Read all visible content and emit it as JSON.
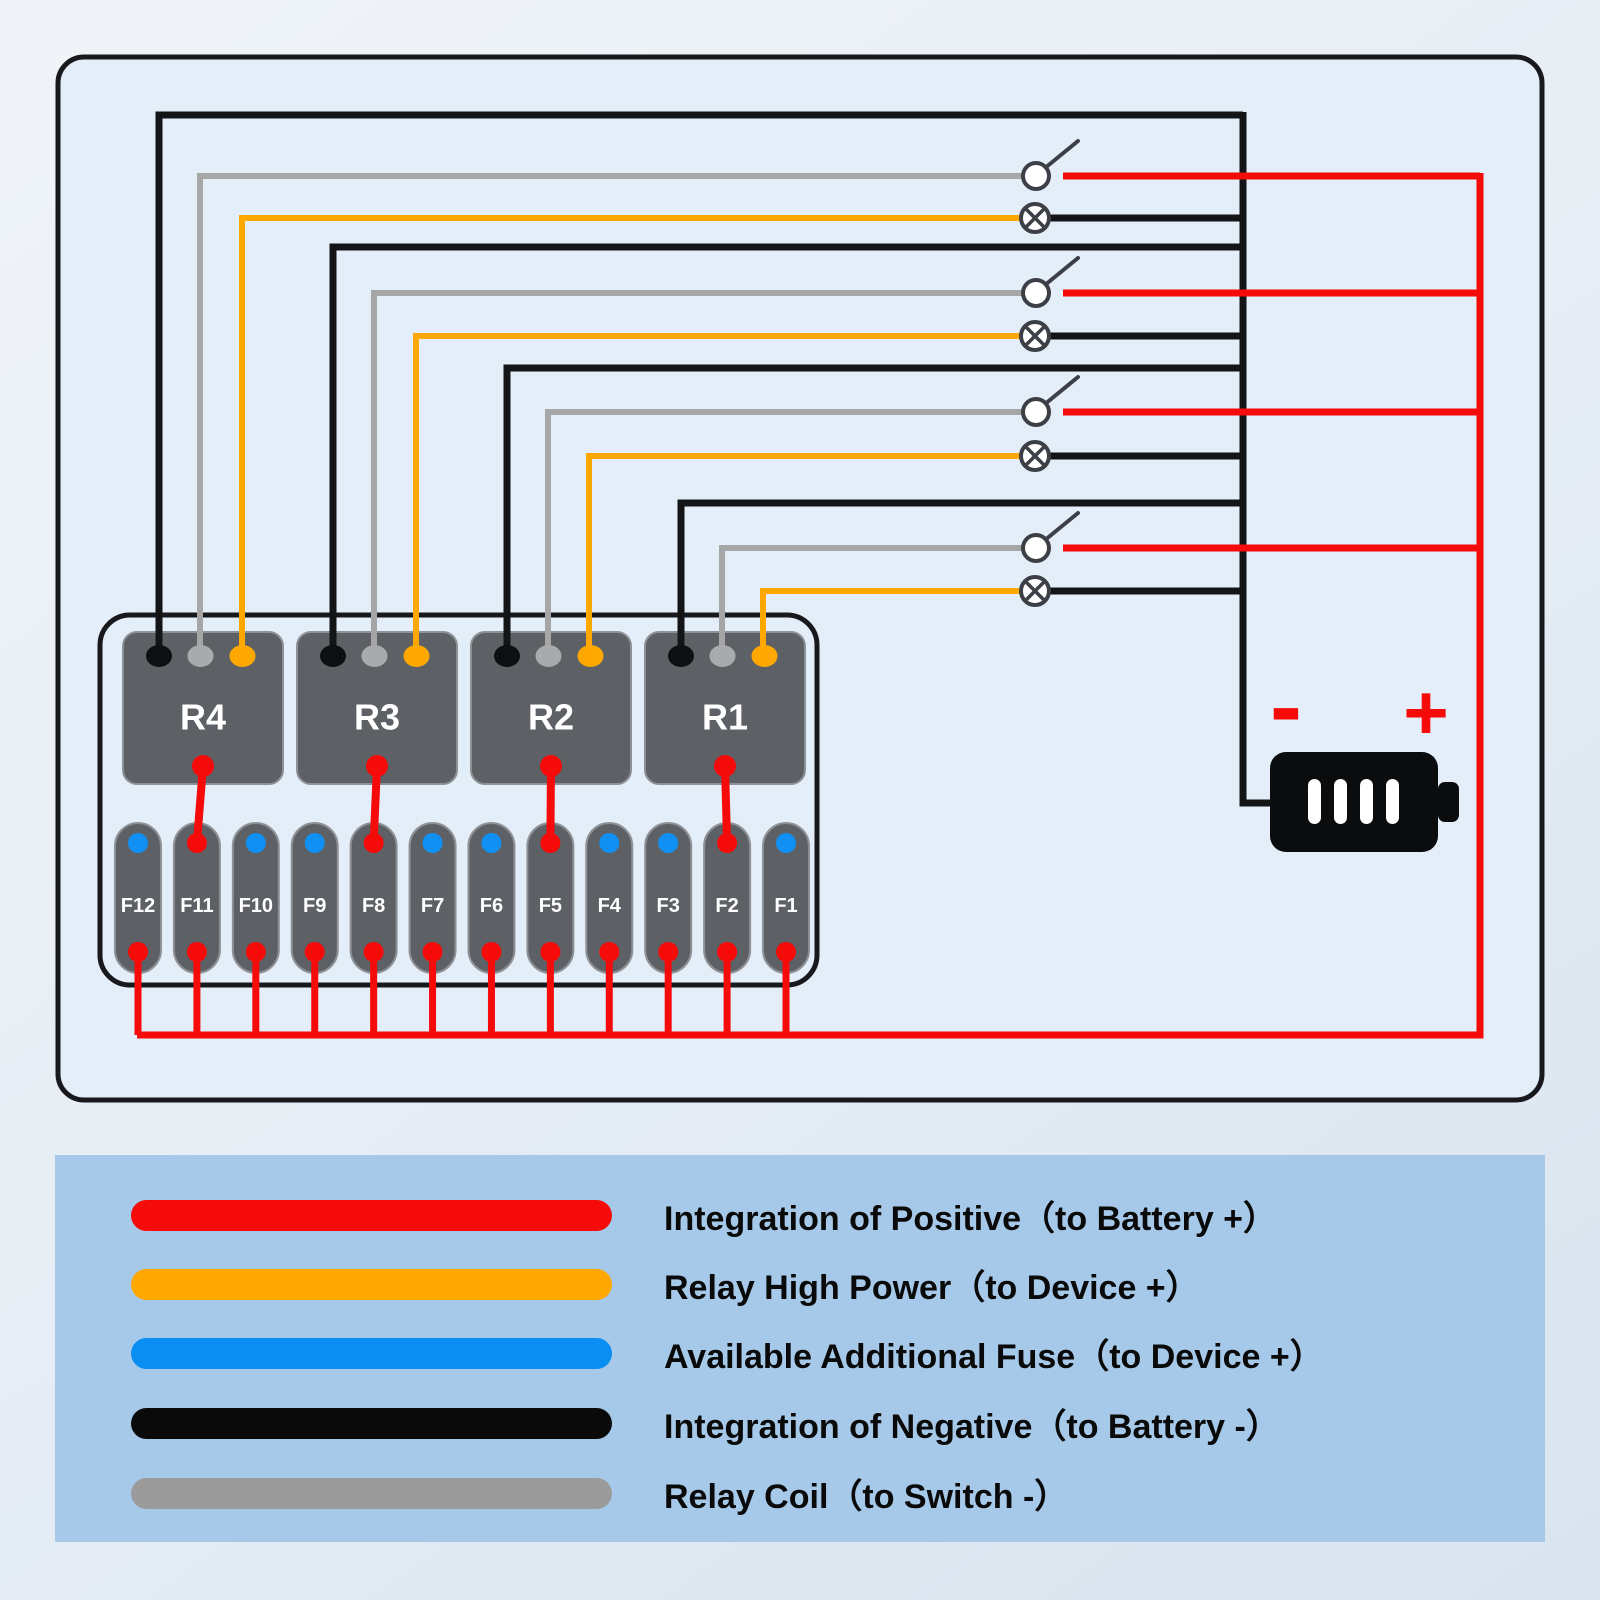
{
  "colors": {
    "wire_red": "#f60b0b",
    "wire_orange": "#ffa802",
    "wire_black": "#121416",
    "wire_gray": "#a6a6a6",
    "fuse_blue": "#1090f2",
    "component_gray": "#5d6165",
    "component_edge": "#8e9296",
    "frame_fill": "#e4eef9",
    "frame_stroke": "#17191c",
    "legend_panel_blue": "#a6c9e9",
    "label_white": "#ffffff"
  },
  "relay_box": {
    "relays": [
      {
        "label": "R4",
        "fuse_link": "F11"
      },
      {
        "label": "R3",
        "fuse_link": "F8"
      },
      {
        "label": "R2",
        "fuse_link": "F5"
      },
      {
        "label": "R1",
        "fuse_link": "F2"
      }
    ],
    "fuses": [
      {
        "label": "F12",
        "top_terminal": "blue"
      },
      {
        "label": "F11",
        "top_terminal": "red"
      },
      {
        "label": "F10",
        "top_terminal": "blue"
      },
      {
        "label": "F9",
        "top_terminal": "blue"
      },
      {
        "label": "F8",
        "top_terminal": "red"
      },
      {
        "label": "F7",
        "top_terminal": "blue"
      },
      {
        "label": "F6",
        "top_terminal": "blue"
      },
      {
        "label": "F5",
        "top_terminal": "red"
      },
      {
        "label": "F4",
        "top_terminal": "blue"
      },
      {
        "label": "F3",
        "top_terminal": "blue"
      },
      {
        "label": "F2",
        "top_terminal": "red"
      },
      {
        "label": "F1",
        "top_terminal": "blue"
      }
    ]
  },
  "circuits": {
    "count": 4,
    "per_circuit_icons": [
      "toggle-switch-icon",
      "indicator-lamp-icon"
    ]
  },
  "battery": {
    "icon": "battery-icon",
    "minus_label": "-",
    "plus_label": "+"
  },
  "legend": {
    "items": [
      {
        "label": "Integration of Positive（to Battery +）",
        "color": "#f60b0b"
      },
      {
        "label": "Relay High Power（to Device +）",
        "color": "#ffa802"
      },
      {
        "label": "Available Additional Fuse（to Device +）",
        "color": "#0b8ef2"
      },
      {
        "label": "Integration of Negative（to Battery -）",
        "color": "#0a0a0a"
      },
      {
        "label": "Relay Coil（to Switch -）",
        "color": "#9b9b9b"
      }
    ]
  }
}
